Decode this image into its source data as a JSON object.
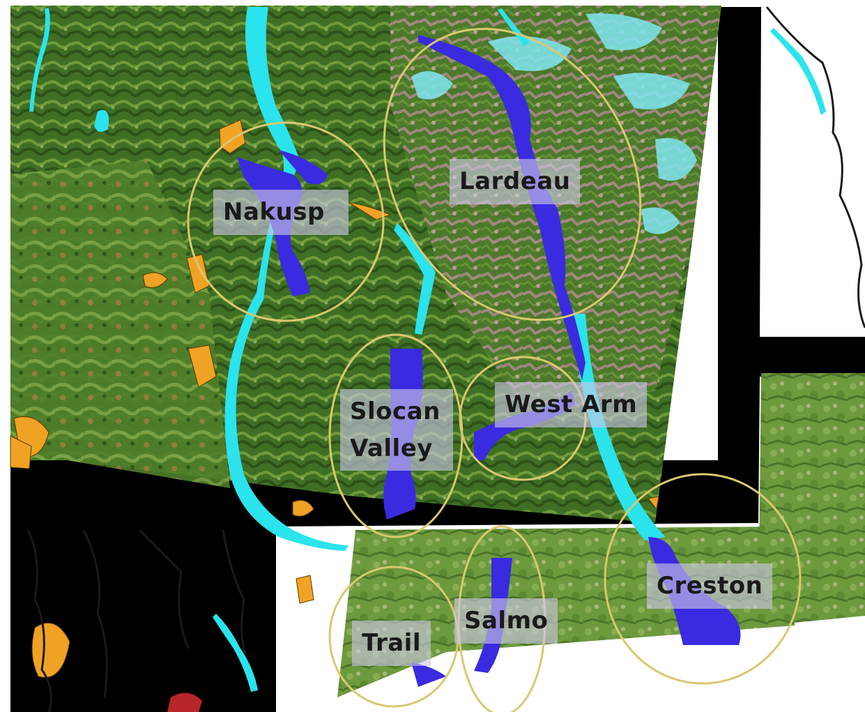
{
  "map": {
    "regions": [
      {
        "id": "nakusp",
        "label": "Nakusp"
      },
      {
        "id": "lardeau",
        "label": "Lardeau"
      },
      {
        "id": "slocan",
        "label": "Slocan\nValley"
      },
      {
        "id": "westarm",
        "label": "West Arm"
      },
      {
        "id": "creston",
        "label": "Creston"
      },
      {
        "id": "salmo",
        "label": "Salmo"
      },
      {
        "id": "trail",
        "label": "Trail"
      }
    ],
    "colors": {
      "forest": "#3f6f24",
      "forest_light": "#6f9b3a",
      "alpine": "#a98c86",
      "snow": "#7fe6f0",
      "lake": "#2be3ec",
      "study_area": "#3a2be0",
      "agriculture": "#f0a225",
      "circle": "#d9c870",
      "no_data": "#000000",
      "background": "#ffffff",
      "river": "#1a1a1a",
      "urban": "#b8252b"
    }
  }
}
